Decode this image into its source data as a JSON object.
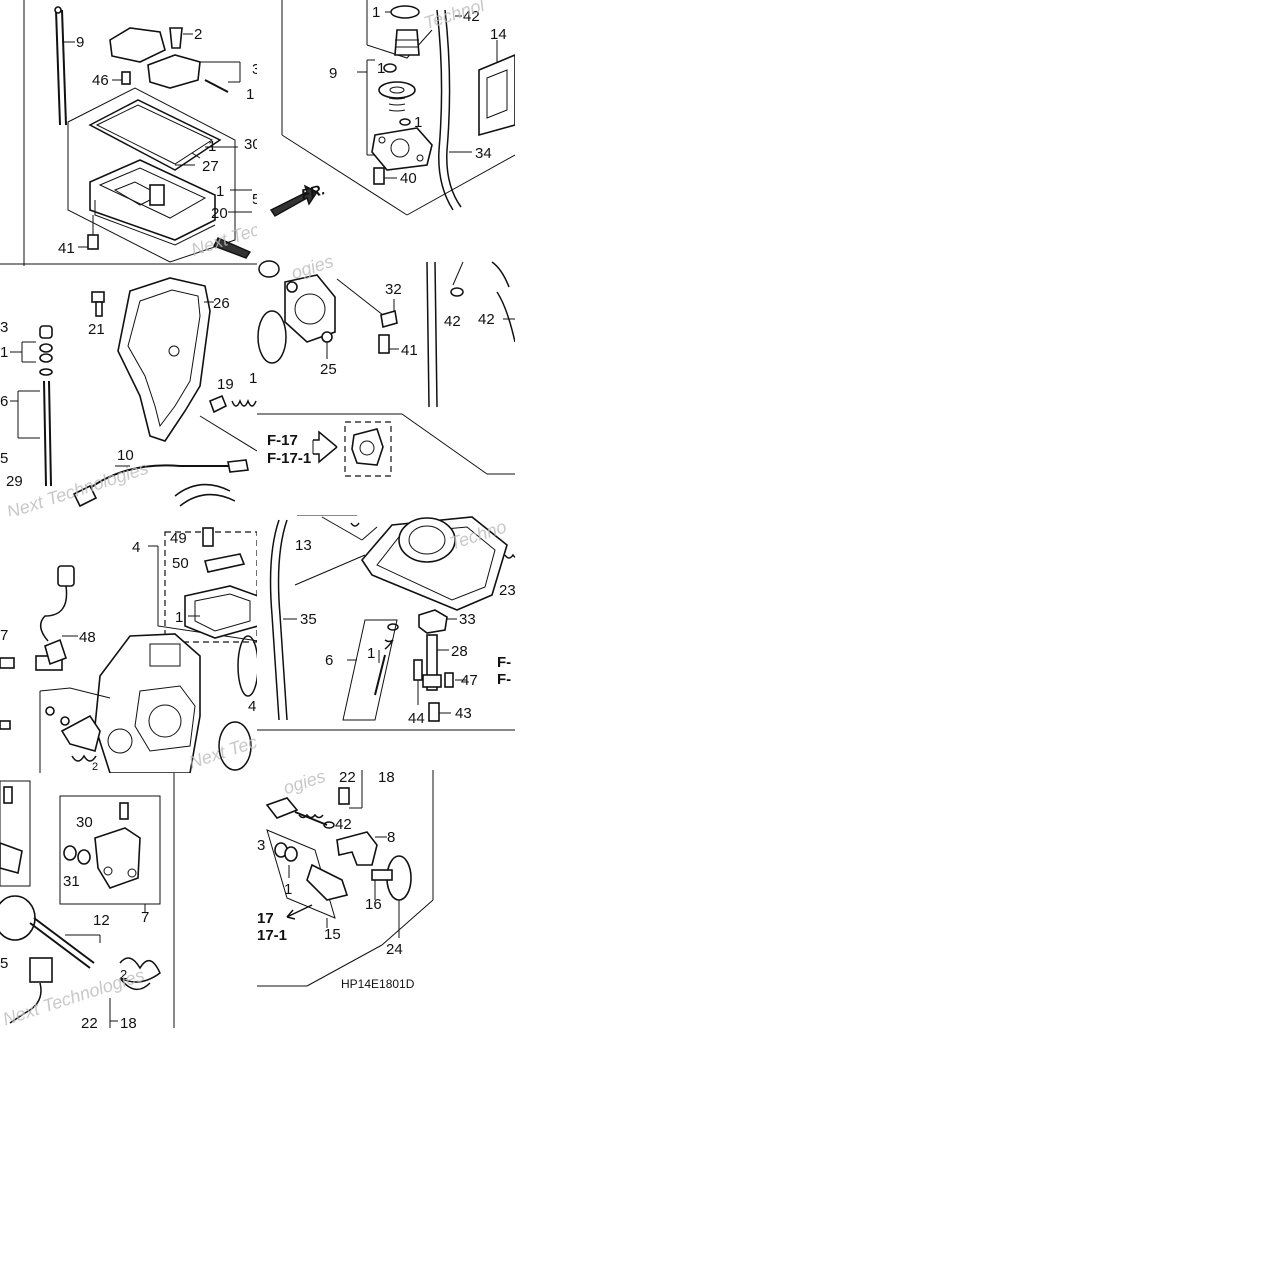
{
  "tiles": {
    "t1": {
      "callouts": [
        "9",
        "2",
        "3",
        "46",
        "1",
        "1",
        "30",
        "27",
        "1",
        "1",
        "20",
        "5",
        "41"
      ],
      "watermark": "Next Tech"
    },
    "t2": {
      "callouts": [
        "1",
        "42",
        "14",
        "9",
        "1",
        "1",
        "34",
        "40"
      ],
      "fr_label": "FR.",
      "watermark": "Technol"
    },
    "t3": {
      "callouts": [
        "26",
        "21",
        "3",
        "1",
        "6",
        "19",
        "1",
        "10",
        "5",
        "29"
      ],
      "watermark": "Next Technologies"
    },
    "t4": {
      "callouts": [
        "32",
        "42",
        "42",
        "41",
        "25"
      ],
      "refs": [
        "F-17",
        "F-17-1"
      ],
      "watermark": "ogies"
    },
    "t5": {
      "callouts": [
        "4",
        "49",
        "50",
        "1",
        "7",
        "48",
        "4",
        "2"
      ],
      "watermark": "Next Tec"
    },
    "t6": {
      "callouts": [
        "13",
        "23",
        "35",
        "33",
        "28",
        "6",
        "1",
        "47",
        "44",
        "43",
        "F-",
        "F-"
      ],
      "watermark": "Techno"
    },
    "t7": {
      "callouts": [
        "30",
        "31",
        "12",
        "7",
        "5",
        "22",
        "18",
        "2"
      ],
      "watermark": "Next Technologies"
    },
    "t8": {
      "callouts": [
        "22",
        "18",
        "42",
        "8",
        "1",
        "16",
        "15",
        "24",
        "3"
      ],
      "refs": [
        "17",
        "17-1"
      ],
      "diagram_code": "HP14E1801D",
      "watermark": "ogies"
    }
  }
}
